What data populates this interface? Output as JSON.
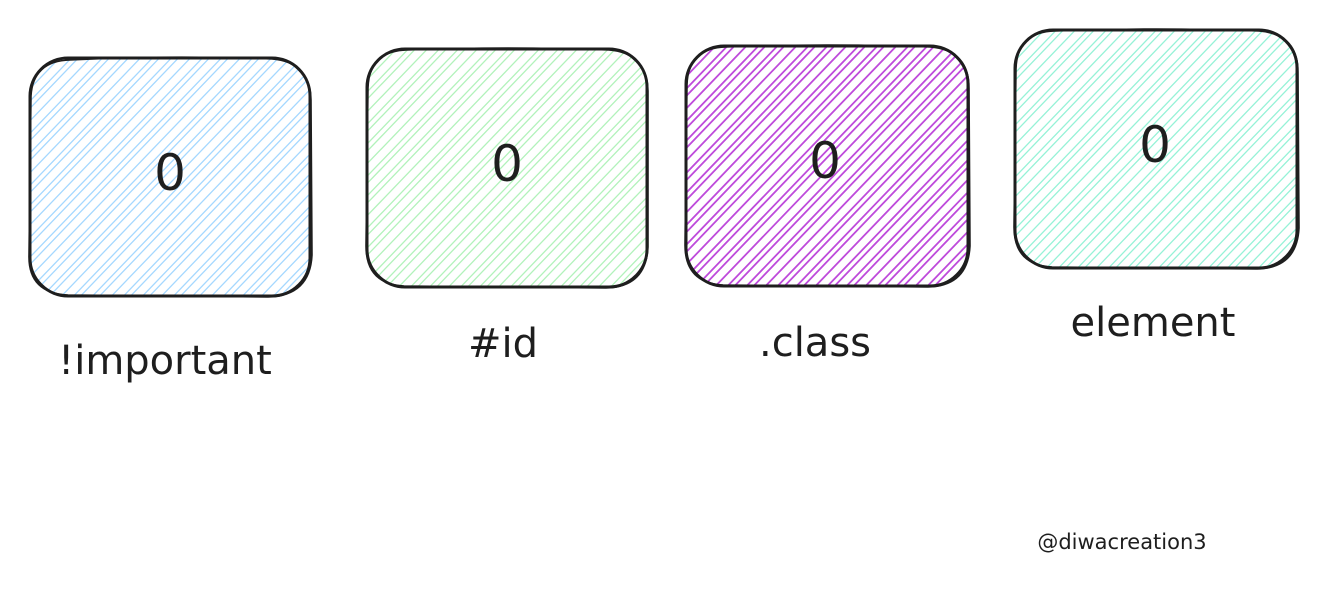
{
  "boxes": [
    {
      "id": "important",
      "value": "0",
      "label": "!important",
      "color": "#a5d8ff"
    },
    {
      "id": "id",
      "value": "0",
      "label": "#id",
      "color": "#b2f2bb"
    },
    {
      "id": "class",
      "value": "0",
      "label": ".class",
      "color": "#be4bdb"
    },
    {
      "id": "element",
      "value": "0",
      "label": "element",
      "color": "#96f2d7"
    }
  ],
  "credit": "@diwacreation3",
  "colors": {
    "stroke": "#1e1e1e",
    "background": "#ffffff"
  }
}
